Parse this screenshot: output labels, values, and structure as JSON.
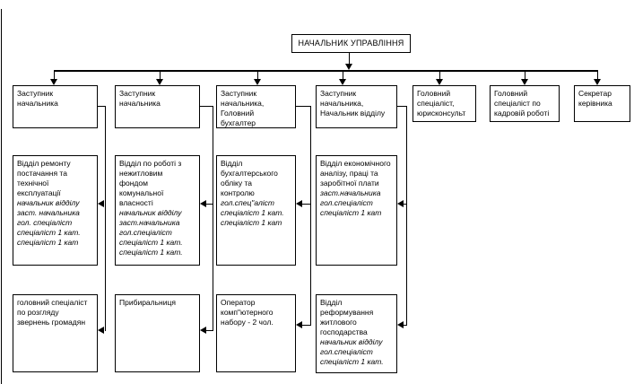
{
  "chart": {
    "root": "НАЧАЛЬНИК УПРАВЛІННЯ",
    "row2": [
      {
        "title": "Заступник\nначальника"
      },
      {
        "title": "Заступник\nначальника"
      },
      {
        "title": "Заступник\nначальника,\nГоловний\nбухгалтер"
      },
      {
        "title": "Заступник\nначальника,\nНачальник відділу"
      },
      {
        "title": "Головний\nспеціаліст,\nюрисконсульт"
      },
      {
        "title": "Головний\nспеціаліст по\nкадровій роботі"
      },
      {
        "title": "Секретар\nкерівника"
      }
    ],
    "row3": [
      {
        "title": "Відділ ремонту\nпостачання та\nтехнічної\nексплуатації",
        "staff": "начальник відділу\nзаст. начальника\nгол. спеціаліст\nспеціаліст 1 кат.\nспеціаліст 1 кат"
      },
      {
        "title": "Відділ по роботі з\nнежитловим\nфондом\nкомунальної\nвласності",
        "staff": "начальник відділу\nзаст.начальника\nгол.спеціаліст\nспеціаліст 1 кат.\nспеціаліст 1 кат."
      },
      {
        "title": "Відділ\nбухгалтерського\nобліку та\nконтролю",
        "staff": "гол.спец\"аліст\nспеціаліст 1 кат.\nспеціаліст 1 кат"
      },
      {
        "title": "Відділ економічного\nаналізу, праці та\nзаробітної плати",
        "staff": "заст.начальника\nгол.спеціаліст\nспеціаліст 1 кат"
      }
    ],
    "row4": [
      {
        "title": "головний спеціаліст\nпо розгляду\nзвернень громадян"
      },
      {
        "title": "Прибиральниця"
      },
      {
        "title": "Оператор\nкомп\"ютерного\nнабору - 2 чол."
      },
      {
        "title": "Відділ\nреформування\nжитлового\nгосподарства",
        "staff": "начальник відділу\nгол.спеціаліст\nспеціаліст 1 кат."
      }
    ]
  }
}
